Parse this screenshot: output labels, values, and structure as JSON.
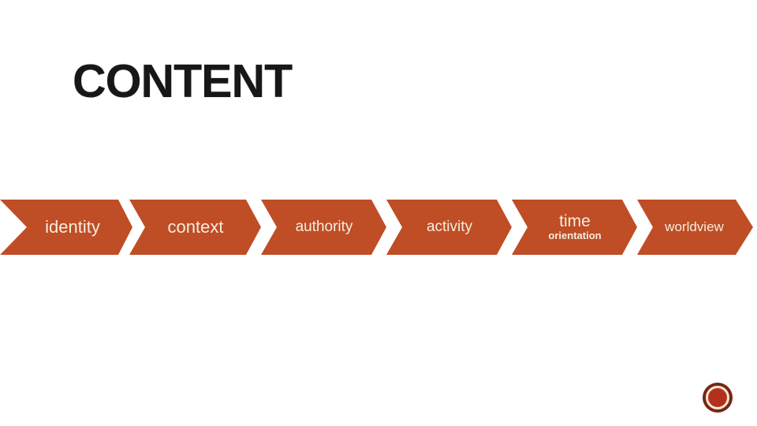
{
  "slide": {
    "title": "CONTENT",
    "process": {
      "type": "chevron-flow",
      "steps": [
        {
          "label": "identity"
        },
        {
          "label": "context"
        },
        {
          "label": "authority"
        },
        {
          "label": "activity"
        },
        {
          "label": "time",
          "sublabel": "orientation"
        },
        {
          "label": "worldview"
        }
      ]
    },
    "colors": {
      "background": "#ffffff",
      "title_text": "#171717",
      "chevron_fill": "#bf4d26",
      "chevron_text": "#f5eedd",
      "ornament_fill": "#b5301c",
      "ornament_outer_ring": "#7b2412",
      "ornament_gap_ring": "#f2e9d4"
    }
  }
}
